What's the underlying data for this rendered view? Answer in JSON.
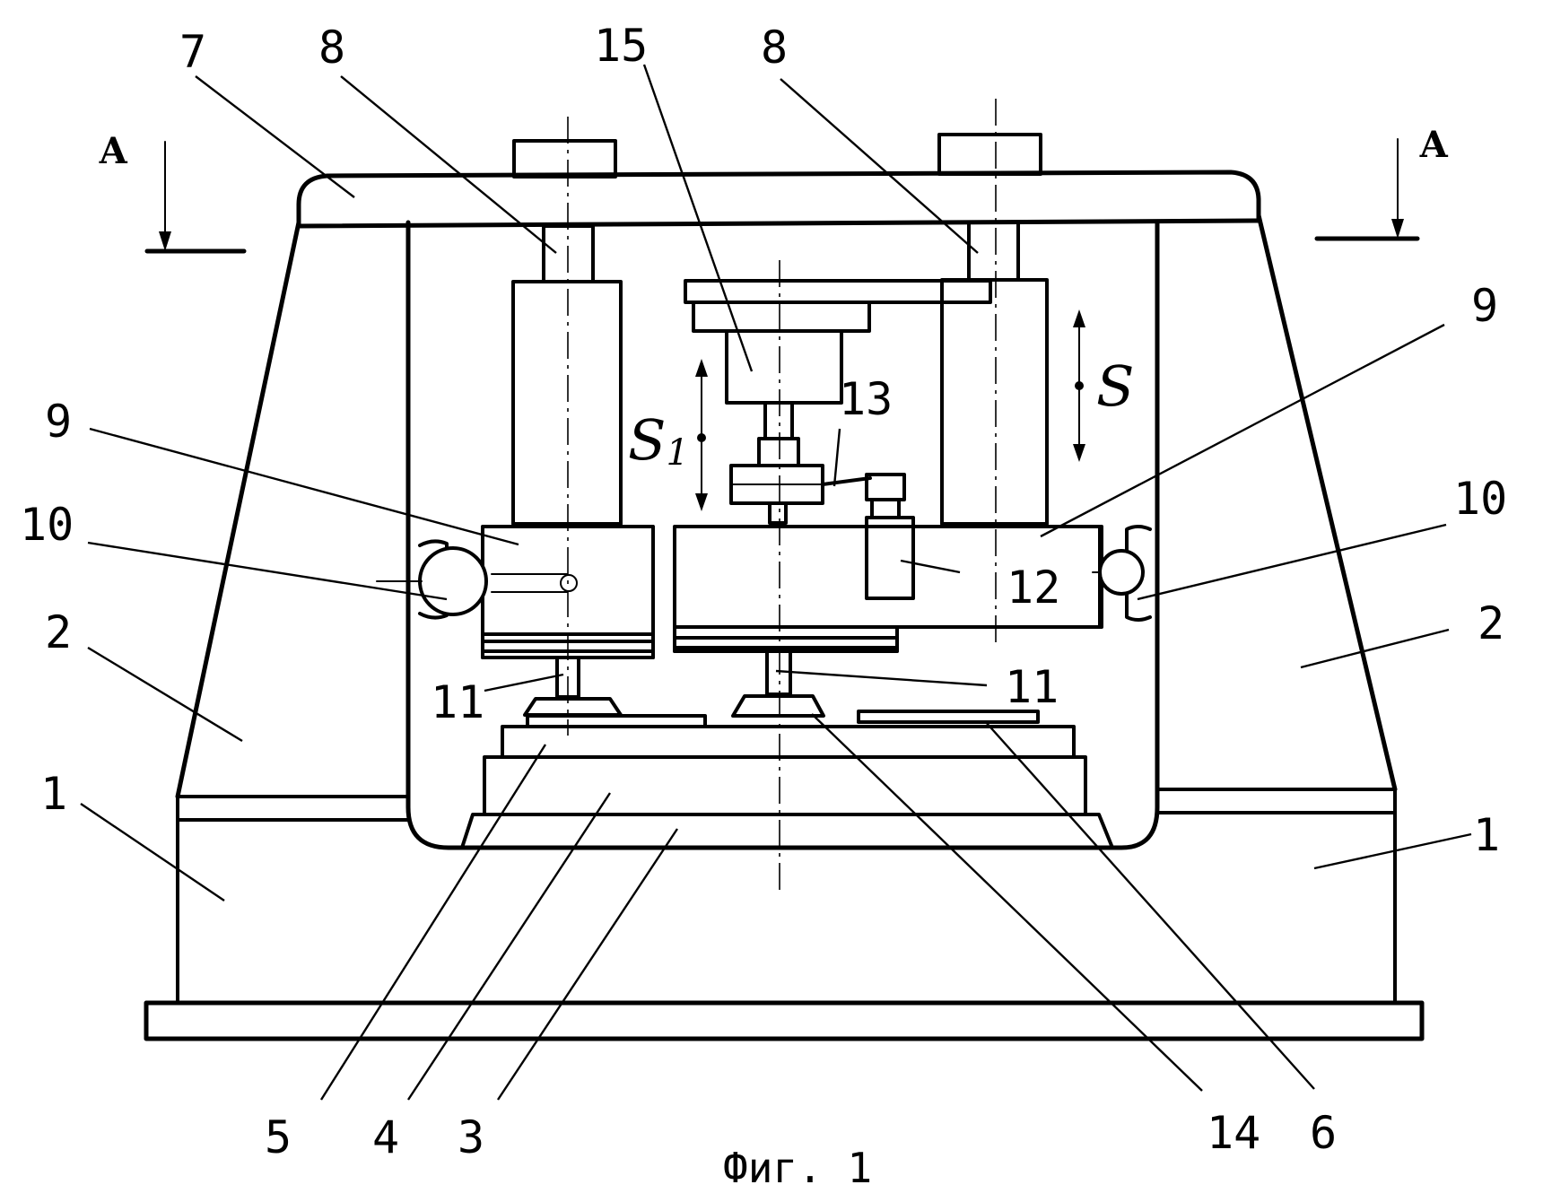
{
  "figure": {
    "caption": "Фиг. 1",
    "section_marks": [
      "А",
      "А"
    ],
    "motion_labels": {
      "s_main": "S",
      "s1_main": "S",
      "s1_sub": "1"
    },
    "callouts": {
      "n1_left": "1",
      "n1_right": "1",
      "n2_left": "2",
      "n2_right": "2",
      "n3": "3",
      "n4": "4",
      "n5": "5",
      "n6": "6",
      "n7": "7",
      "n8_left": "8",
      "n8_right": "8",
      "n9_left": "9",
      "n9_right": "9",
      "n10_left": "10",
      "n10_right": "10",
      "n11_left": "11",
      "n11_right": "11",
      "n12": "12",
      "n13": "13",
      "n14": "14",
      "n15": "15"
    }
  }
}
